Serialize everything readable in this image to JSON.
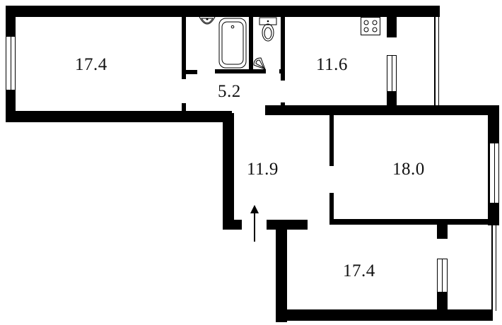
{
  "plan": {
    "type": "apartment floor plan",
    "rooms": [
      {
        "id": "room-left-top",
        "area": "17.4"
      },
      {
        "id": "bathroom-corridor",
        "area": "5.2"
      },
      {
        "id": "kitchen",
        "area": "11.6"
      },
      {
        "id": "hall",
        "area": "11.9"
      },
      {
        "id": "room-right",
        "area": "18.0"
      },
      {
        "id": "room-bottom",
        "area": "17.4"
      }
    ],
    "fixtures": [
      "sink-icon",
      "bathtub-icon",
      "toilet-icon",
      "corner-sink-icon",
      "stove-icon",
      "entrance-arrow-icon"
    ],
    "colors": {
      "wall": "#000000",
      "background": "#ffffff"
    }
  }
}
